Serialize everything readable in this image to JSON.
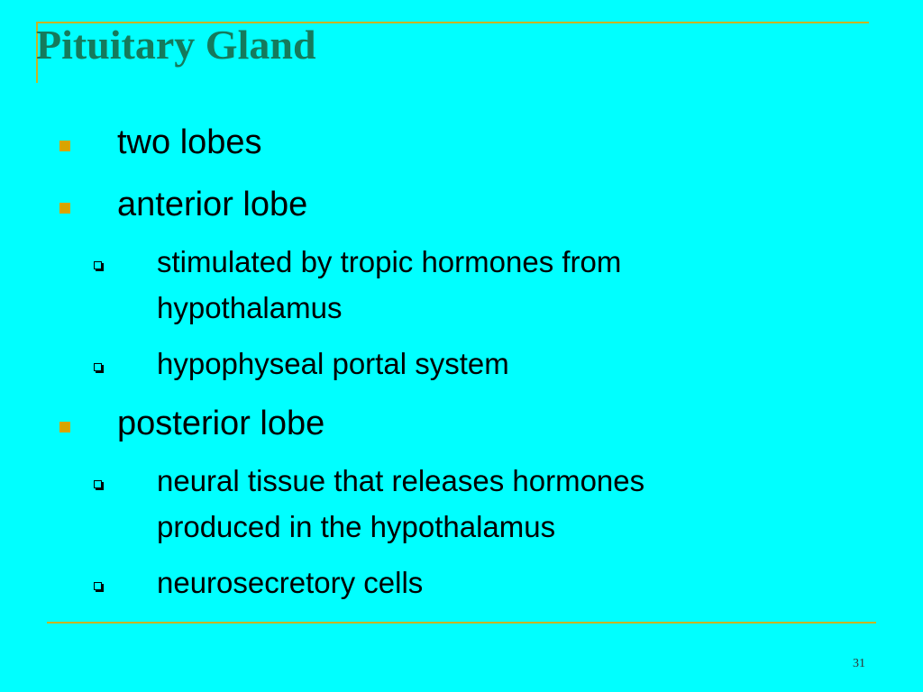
{
  "slide": {
    "title": "Pituitary Gland",
    "bullets": [
      {
        "text": "two lobes"
      },
      {
        "text": "anterior lobe",
        "sub": [
          {
            "line1": "stimulated by tropic hormones from",
            "line2": "hypothalamus"
          },
          {
            "line1": "hypophyseal portal system"
          }
        ]
      },
      {
        "text": "posterior lobe",
        "sub": [
          {
            "line1": "neural tissue that releases hormones",
            "line2": "produced in the hypothalamus"
          },
          {
            "line1": "neurosecretory cells"
          }
        ]
      }
    ],
    "page_number": "31"
  },
  "colors": {
    "background": "#00FFFF",
    "title": "#157A5C",
    "accent_rule": "#C9B422",
    "bullet": "#D9A400",
    "text": "#000000"
  }
}
